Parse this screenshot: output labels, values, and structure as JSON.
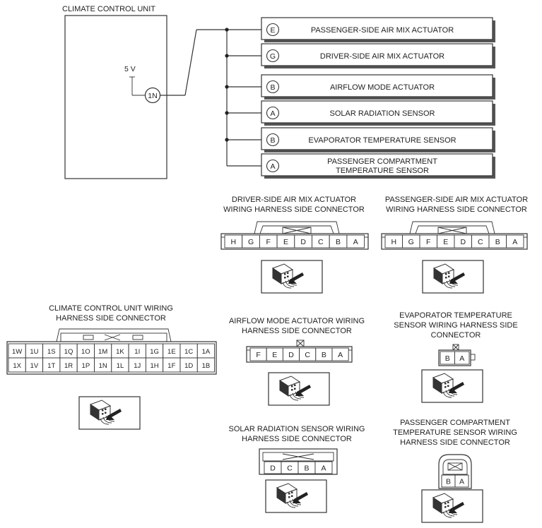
{
  "unit": {
    "title": "CLIMATE CONTROL UNIT",
    "voltage": "5 V",
    "terminal": "1N"
  },
  "devices": [
    {
      "pin": "E",
      "label": "PASSENGER-SIDE AIR MIX ACTUATOR"
    },
    {
      "pin": "G",
      "label": "DRIVER-SIDE AIR MIX ACTUATOR"
    },
    {
      "pin": "B",
      "label": "AIRFLOW MODE ACTUATOR"
    },
    {
      "pin": "A",
      "label": "SOLAR RADIATION SENSOR"
    },
    {
      "pin": "B",
      "label": "EVAPORATOR TEMPERATURE SENSOR"
    },
    {
      "pin": "A",
      "label_line1": "PASSENGER COMPARTMENT",
      "label_line2": "TEMPERATURE SENSOR"
    }
  ],
  "connectors": {
    "driver_air_mix": {
      "title_line1": "DRIVER-SIDE AIR MIX ACTUATOR",
      "title_line2": "WIRING HARNESS SIDE CONNECTOR",
      "pins": [
        "H",
        "G",
        "F",
        "E",
        "D",
        "C",
        "B",
        "A"
      ]
    },
    "passenger_air_mix": {
      "title_line1": "PASSENGER-SIDE AIR MIX ACTUATOR",
      "title_line2": "WIRING HARNESS SIDE CONNECTOR",
      "pins": [
        "H",
        "G",
        "F",
        "E",
        "D",
        "C",
        "B",
        "A"
      ]
    },
    "climate_unit": {
      "title_line1": "CLIMATE CONTROL UNIT WIRING",
      "title_line2": "HARNESS SIDE CONNECTOR",
      "row1": [
        "1W",
        "1U",
        "1S",
        "1Q",
        "1O",
        "1M",
        "1K",
        "1I",
        "1G",
        "1E",
        "1C",
        "1A"
      ],
      "row2": [
        "1X",
        "1V",
        "1T",
        "1R",
        "1P",
        "1N",
        "1L",
        "1J",
        "1H",
        "1F",
        "1D",
        "1B"
      ]
    },
    "airflow_mode": {
      "title_line1": "AIRFLOW MODE ACTUATOR WIRING",
      "title_line2": "HARNESS SIDE CONNECTOR",
      "pins": [
        "F",
        "E",
        "D",
        "C",
        "B",
        "A"
      ]
    },
    "evaporator": {
      "title_line1": "EVAPORATOR TEMPERATURE",
      "title_line2": "SENSOR WIRING HARNESS SIDE",
      "title_line3": "CONNECTOR",
      "pins": [
        "B",
        "A"
      ]
    },
    "solar": {
      "title_line1": "SOLAR RADIATION SENSOR WIRING",
      "title_line2": "HARNESS SIDE CONNECTOR",
      "pins": [
        "D",
        "C",
        "B",
        "A"
      ]
    },
    "passenger_compartment": {
      "title_line1": "PASSENGER COMPARTMENT",
      "title_line2": "TEMPERATURE SENSOR WIRING",
      "title_line3": "HARNESS SIDE CONNECTOR",
      "pins": [
        "B",
        "A"
      ]
    }
  }
}
